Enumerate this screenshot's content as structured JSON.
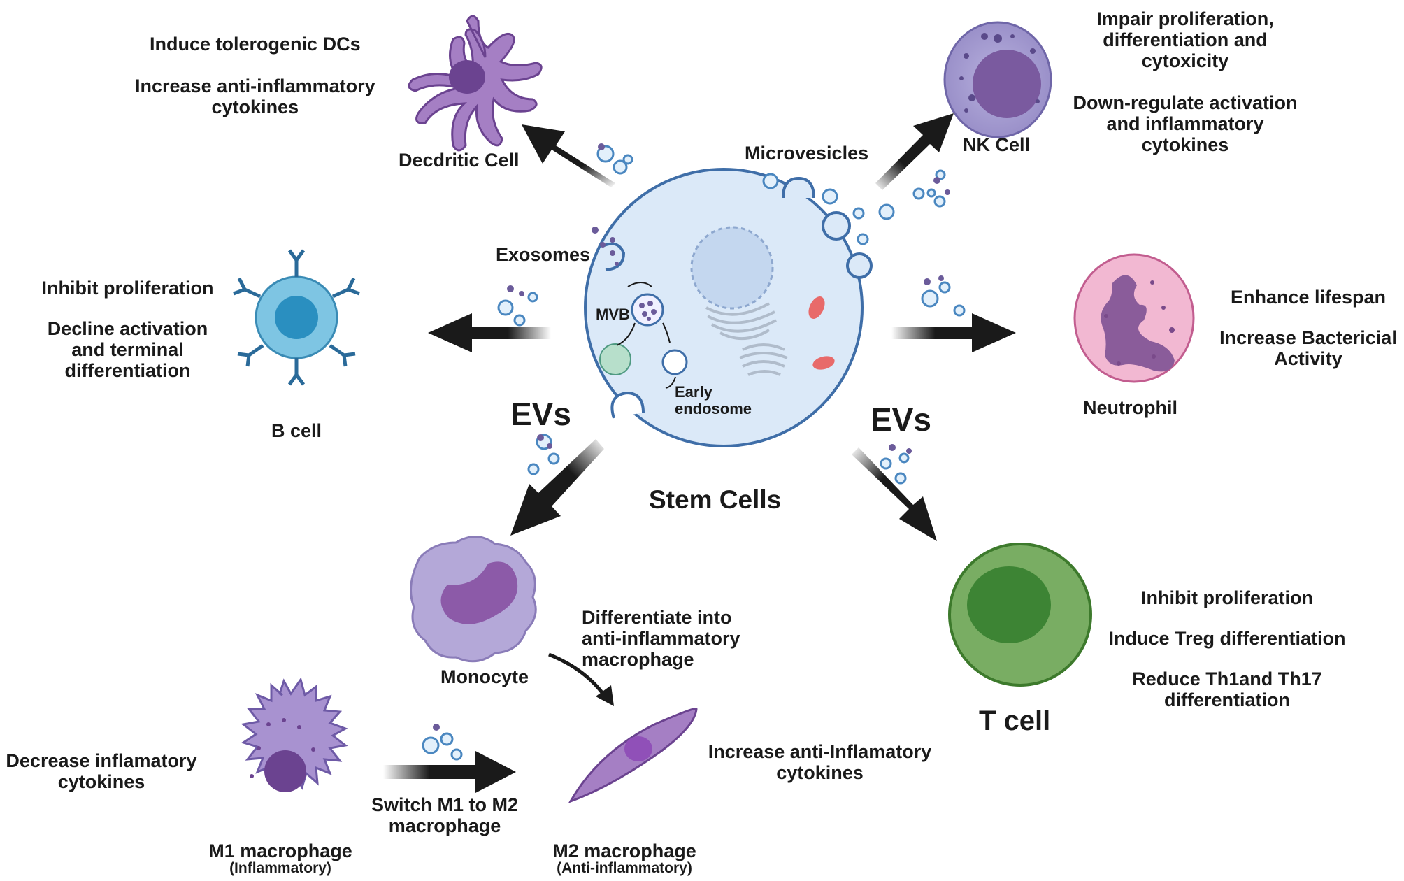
{
  "center": {
    "title": "Stem Cells",
    "microvesicles": "Microvesicles",
    "exosomes": "Exosomes",
    "mvb": "MVB",
    "early_endosome": [
      "Early",
      "endosome"
    ],
    "evs_left": "EVs",
    "evs_right": "EVs"
  },
  "dendritic": {
    "name": "Decdritic Cell",
    "effects": [
      "Induce tolerogenic DCs",
      "Increase anti-inflammatory",
      "cytokines"
    ]
  },
  "nk": {
    "name": "NK Cell",
    "effects": [
      "Impair proliferation,",
      "differentiation and",
      "cytoxicity",
      "Down-regulate activation",
      "and inflammatory",
      "cytokines"
    ]
  },
  "bcell": {
    "name": "B cell",
    "effects": [
      "Inhibit proliferation",
      "Decline activation",
      "and terminal",
      "differentiation"
    ]
  },
  "neutrophil": {
    "name": "Neutrophil",
    "effects": [
      "Enhance lifespan",
      "Increase Bactericial",
      "Activity"
    ]
  },
  "monocyte": {
    "name": "Monocyte",
    "effect": [
      "Differentiate into",
      "anti-inflammatory",
      "macrophage"
    ]
  },
  "tcell": {
    "name": "T cell",
    "effects": [
      "Inhibit proliferation",
      "Induce Treg differentiation",
      "Reduce Th1and Th17",
      "differentiation"
    ]
  },
  "m1": {
    "name": "M1 macrophage",
    "sub": "(Inflammatory)",
    "effect": [
      "Decrease inflamatory",
      "cytokines"
    ],
    "switch": [
      "Switch M1 to M2",
      "macrophage"
    ]
  },
  "m2": {
    "name": "M2 macrophage",
    "sub": "(Anti-inflammatory)",
    "effect": [
      "Increase anti-Inflamatory",
      "cytokines"
    ]
  },
  "colors": {
    "stem_fill": "#dbe9f8",
    "stem_stroke": "#3f6ea8",
    "purple": "#a57fc4",
    "purple_dark": "#6b4390",
    "bcell": "#7ec5e3",
    "bcell_nucleus": "#2a8fc0",
    "nk": "#a9a1d4",
    "neutrophil": "#f2b8d2",
    "tcell": "#79ad63",
    "tcell_nucleus": "#3d8434",
    "monocyte": "#b4a8d8",
    "arrow": "#1a1a1a"
  }
}
